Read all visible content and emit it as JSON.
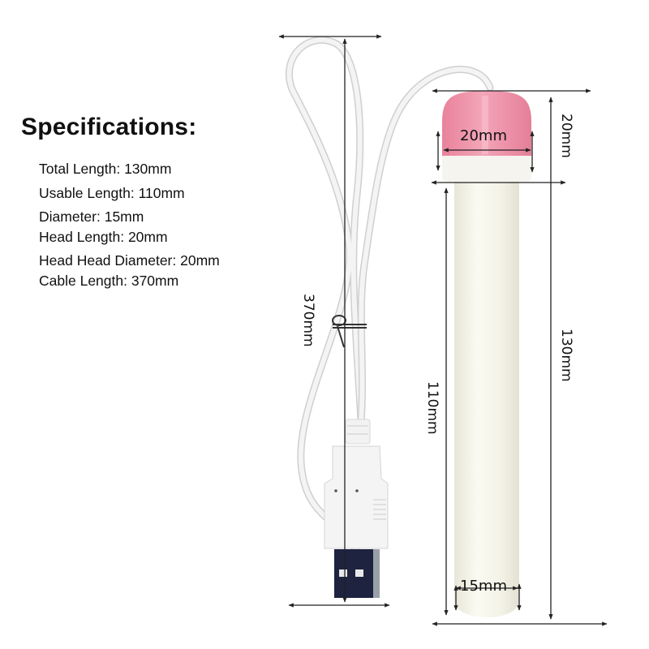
{
  "heading": "Specifications:",
  "specs": [
    {
      "label": "Total Length",
      "value": "130mm",
      "text": "Total Length: 130mm"
    },
    {
      "label": "Usable Length",
      "value": "110mm",
      "text": "Usable Length: 110mm"
    },
    {
      "label": "Diameter",
      "value": "15mm",
      "text": "Diameter: 15mm"
    },
    {
      "label": "Head Length",
      "value": "20mm",
      "text": "Head Length: 20mm"
    },
    {
      "label": "Head Head Diameter",
      "value": "20mm",
      "text": "Head Head Diameter: 20mm"
    },
    {
      "label": "Cable Length",
      "value": "370mm",
      "text": "Cable Length: 370mm"
    }
  ],
  "dimension_labels": {
    "head_diameter": "20mm",
    "head_length": "20mm",
    "total_length": "130mm",
    "usable_length": "110mm",
    "tube_diameter": "15mm",
    "cable_length": "370mm"
  },
  "colors": {
    "head_pink": "#ec8fa6",
    "tube_white": "#f7f6ec",
    "cable_white": "#f1f1f1",
    "usb_metal": "#1e2340",
    "dimension_line": "#222222"
  }
}
